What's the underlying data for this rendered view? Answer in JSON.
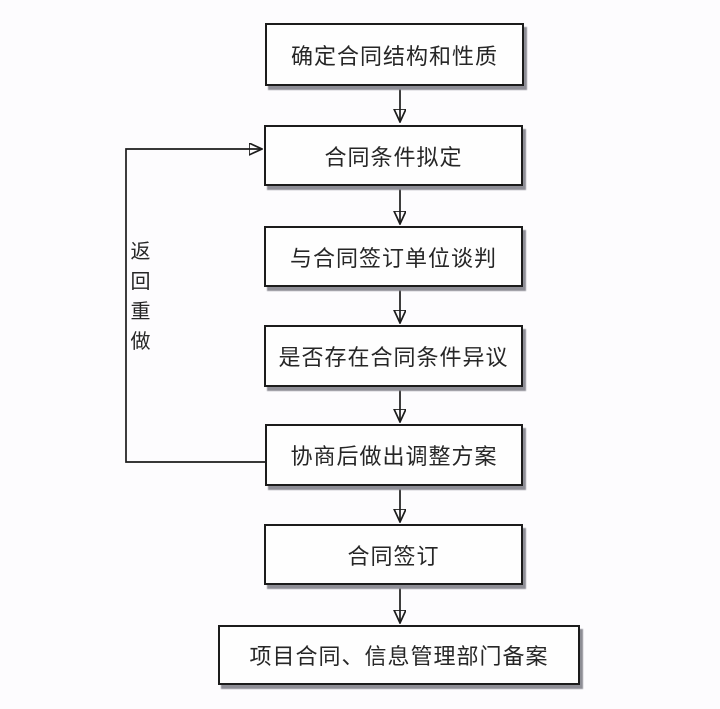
{
  "diagram": {
    "type": "flowchart",
    "language": "zh-CN",
    "nodes": [
      {
        "id": "step-1",
        "label": "确定合同结构和性质"
      },
      {
        "id": "step-2",
        "label": "合同条件拟定"
      },
      {
        "id": "step-3",
        "label": "与合同签订单位谈判"
      },
      {
        "id": "step-4",
        "label": "是否存在合同条件异议"
      },
      {
        "id": "step-5",
        "label": "协商后做出调整方案"
      },
      {
        "id": "step-6",
        "label": "合同签订"
      },
      {
        "id": "step-7",
        "label": "项目合同、信息管理部门备案"
      }
    ],
    "edges": [
      {
        "from": "step-1",
        "to": "step-2",
        "type": "forward"
      },
      {
        "from": "step-2",
        "to": "step-3",
        "type": "forward"
      },
      {
        "from": "step-3",
        "to": "step-4",
        "type": "forward"
      },
      {
        "from": "step-4",
        "to": "step-5",
        "type": "forward"
      },
      {
        "from": "step-5",
        "to": "step-6",
        "type": "forward"
      },
      {
        "from": "step-6",
        "to": "step-7",
        "type": "forward"
      },
      {
        "from": "step-5",
        "to": "step-2",
        "type": "loop-back",
        "label": "返回重做"
      }
    ],
    "loop_label": "返回重做",
    "colors": {
      "background": "#fdfcfe",
      "node_fill": "#fefefe",
      "node_border": "#1c1c1c",
      "node_shadow": "#8e8e96",
      "text": "#262626",
      "arrow": "#1c1c1c"
    }
  }
}
